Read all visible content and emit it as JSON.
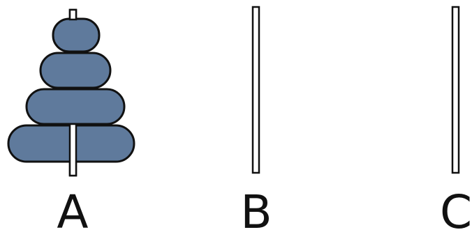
{
  "pegs": [
    {
      "label": "A",
      "disk_count": 4
    },
    {
      "label": "B",
      "disk_count": 0
    },
    {
      "label": "C",
      "disk_count": 0
    }
  ],
  "colors": {
    "disk_fill": "#5f7a9c",
    "disk_stroke": "#111111",
    "peg_stroke": "#111111",
    "peg_fill": "#ffffff",
    "label_color": "#111111"
  }
}
